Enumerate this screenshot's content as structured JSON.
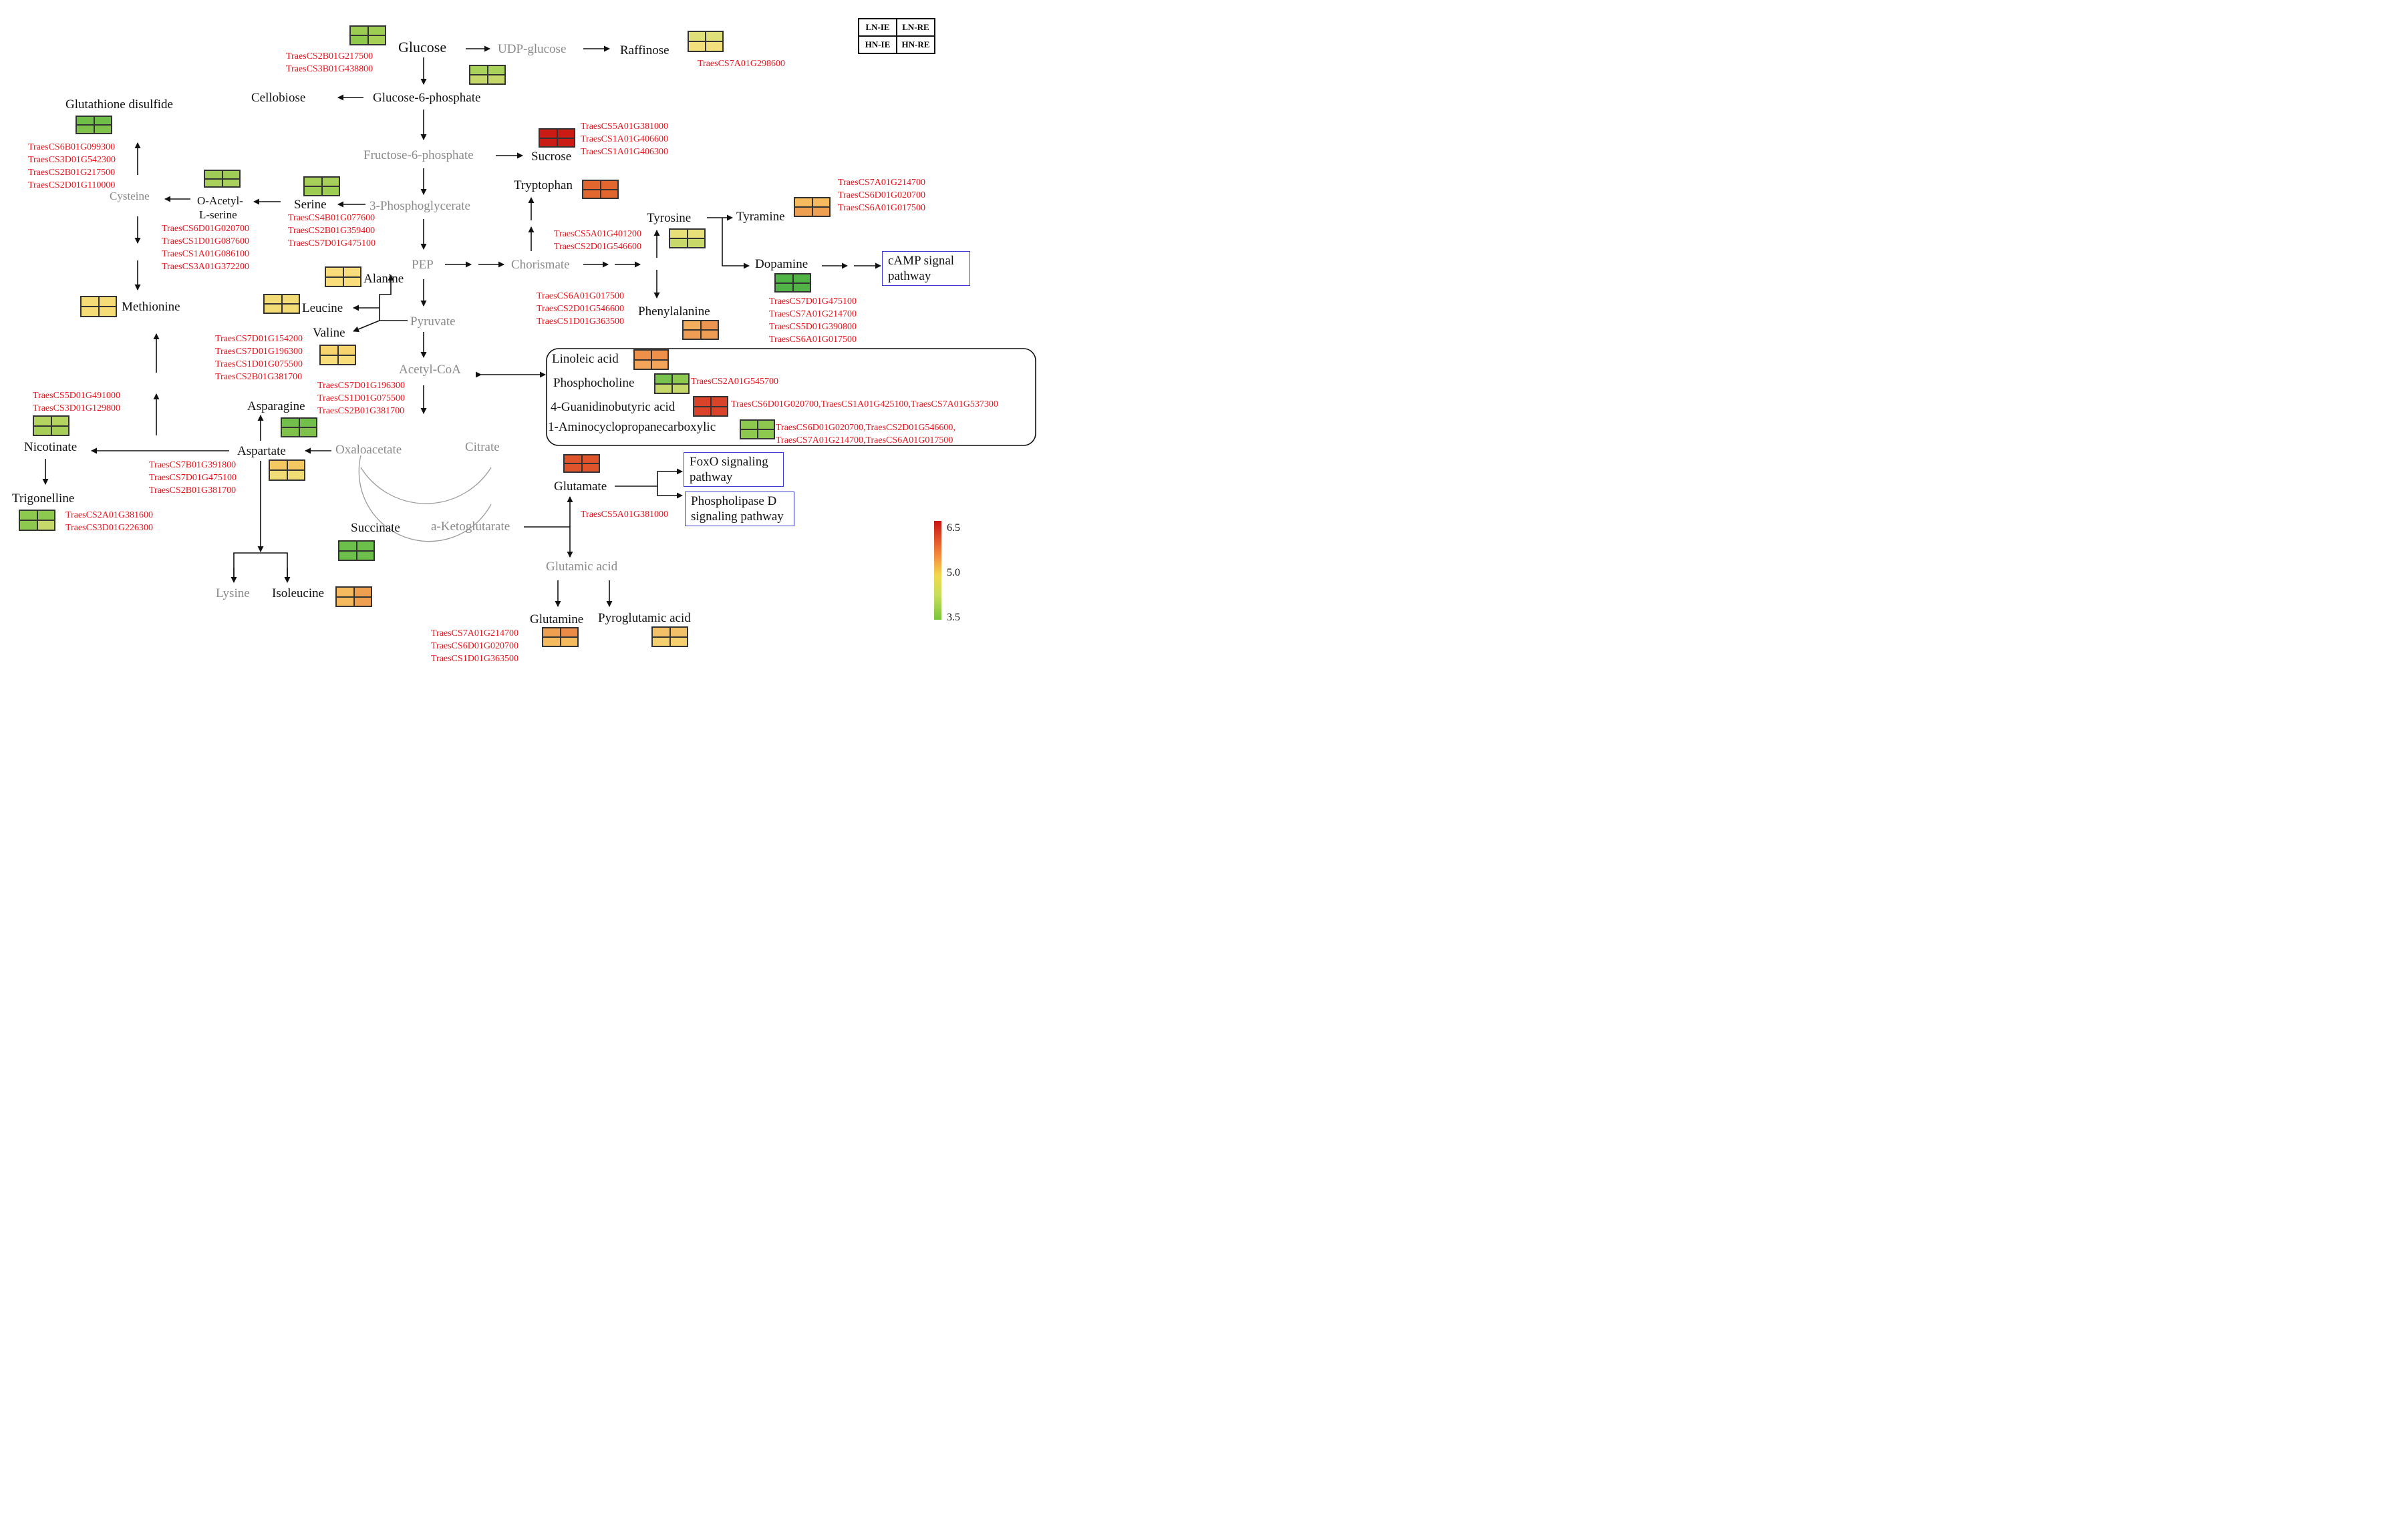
{
  "legend": {
    "cells": [
      "LN-IE",
      "LN-RE",
      "HN-IE",
      "HN-RE"
    ]
  },
  "colorbar": {
    "max": "6.5",
    "mid": "5.0",
    "min": "3.5"
  },
  "metabolites": {
    "glucose": "Glucose",
    "udp_glucose": "UDP-glucose",
    "raffinose": "Raffinose",
    "glucose6p": "Glucose-6-phosphate",
    "cellobiose": "Cellobiose",
    "glutathione": "Glutathione disulfide",
    "fructose6p": "Fructose-6-phosphate",
    "sucrose": "Sucrose",
    "tryptophan": "Tryptophan",
    "cysteine": "Cysteine",
    "oacetyl": "O-Acetyl-",
    "oacetyl2": "L-serine",
    "serine": "Serine",
    "pg3": "3-Phosphoglycerate",
    "tyrosine": "Tyrosine",
    "tyramine": "Tyramine",
    "pep": "PEP",
    "chorismate": "Chorismate",
    "dopamine": "Dopamine",
    "alanine": "Alanine",
    "methionine": "Methionine",
    "leucine": "Leucine",
    "pyruvate": "Pyruvate",
    "phenylalanine": "Phenylalanine",
    "valine": "Valine",
    "acetylcoa": "Acetyl-CoA",
    "linoleic": "Linoleic acid",
    "phosphocholine": "Phosphocholine",
    "guanidino": "4-Guanidinobutyric acid",
    "aminocyclo": "1-Aminocyclopropanecarboxylic",
    "asparagine": "Asparagine",
    "nicotinate": "Nicotinate",
    "aspartate": "Aspartate",
    "oxaloacetate": "Oxaloacetate",
    "citrate": "Citrate",
    "glutamate": "Glutamate",
    "trigonelline": "Trigonelline",
    "succinate": "Succinate",
    "aketo": "a-Ketoglutarate",
    "glutamic": "Glutamic acid",
    "lysine": "Lysine",
    "isoleucine": "Isoleucine",
    "glutamine": "Glutamine",
    "pyroglutamic": "Pyroglutamic acid"
  },
  "pathways": {
    "camp": [
      "cAMP signal",
      "pathway"
    ],
    "foxo": [
      "FoxO signaling",
      "pathway"
    ],
    "pld": [
      "Phospholipase D",
      "signaling pathway"
    ]
  },
  "genes": {
    "glucose": [
      "TraesCS2B01G217500",
      "TraesCS3B01G438800"
    ],
    "raffinose": [
      "TraesCS7A01G298600"
    ],
    "glutathione": [
      "TraesCS6B01G099300",
      "TraesCS3D01G542300",
      "TraesCS2B01G217500",
      "TraesCS2D01G110000"
    ],
    "sucrose": [
      "TraesCS5A01G381000",
      "TraesCS1A01G406600",
      "TraesCS1A01G406300"
    ],
    "tyramine": [
      "TraesCS7A01G214700",
      "TraesCS6D01G020700",
      "TraesCS6A01G017500"
    ],
    "serine": [
      "TraesCS4B01G077600",
      "TraesCS2B01G359400",
      "TraesCS7D01G475100"
    ],
    "oacetyl": [
      "TraesCS6D01G020700",
      "TraesCS1D01G087600",
      "TraesCS1A01G086100",
      "TraesCS3A01G372200"
    ],
    "tyrosine": [
      "TraesCS5A01G401200",
      "TraesCS2D01G546600"
    ],
    "phenylalanine": [
      "TraesCS6A01G017500",
      "TraesCS2D01G546600",
      "TraesCS1D01G363500"
    ],
    "dopamine": [
      "TraesCS7D01G475100",
      "TraesCS7A01G214700",
      "TraesCS5D01G390800",
      "TraesCS6A01G017500"
    ],
    "valine": [
      "TraesCS7D01G154200",
      "TraesCS7D01G196300",
      "TraesCS1D01G075500",
      "TraesCS2B01G381700"
    ],
    "acetylcoa": [
      "TraesCS7D01G196300",
      "TraesCS1D01G075500",
      "TraesCS2B01G381700"
    ],
    "phosphocholine": [
      "TraesCS2A01G545700"
    ],
    "guanidino": [
      "TraesCS6D01G020700,TraesCS1A01G425100,TraesCS7A01G537300"
    ],
    "aminocyclo": [
      "TraesCS6D01G020700,TraesCS2D01G546600,",
      "TraesCS7A01G214700,TraesCS6A01G017500"
    ],
    "nicotinate": [
      "TraesCS5D01G491000",
      "TraesCS3D01G129800"
    ],
    "aspartate": [
      "TraesCS7B01G391800",
      "TraesCS7D01G475100",
      "TraesCS2B01G381700"
    ],
    "trigonelline": [
      "TraesCS2A01G381600",
      "TraesCS3D01G226300"
    ],
    "glutamate": [
      "TraesCS5A01G381000"
    ],
    "glutamine": [
      "TraesCS7A01G214700",
      "TraesCS6D01G020700",
      "TraesCS1D01G363500"
    ]
  },
  "heat_colors": {
    "glucose": [
      "#9ccc52",
      "#9ccc52",
      "#8ec94b",
      "#a6cf55"
    ],
    "raffinose": [
      "#dfe079",
      "#dfe079",
      "#f1e07c",
      "#f1e07c"
    ],
    "glucose6p": [
      "#a9d25c",
      "#a9d25c",
      "#c6d86a",
      "#c6d86a"
    ],
    "glutathione": [
      "#6fbe48",
      "#6fbe48",
      "#7ec24b",
      "#7ec24b"
    ],
    "sucrose": [
      "#cb1b15",
      "#cb1b15",
      "#cb1b15",
      "#cb1b15"
    ],
    "tryptophan": [
      "#e4662f",
      "#e4662f",
      "#e4662f",
      "#e4662f"
    ],
    "oacetyl": [
      "#9fcc56",
      "#9fcc56",
      "#a9d05a",
      "#a9d05a"
    ],
    "serine": [
      "#a6d05a",
      "#a6d05a",
      "#9ccc52",
      "#9ccc52"
    ],
    "tyramine": [
      "#f5b95e",
      "#f5b95e",
      "#ef9f50",
      "#ef9f50"
    ],
    "tyrosine": [
      "#e8df78",
      "#e8df78",
      "#c8d86a",
      "#c8d86a"
    ],
    "dopamine": [
      "#4fb346",
      "#4fb346",
      "#4fb346",
      "#4fb346"
    ],
    "alanine": [
      "#f9dd7a",
      "#f9dd7a",
      "#f9dd7a",
      "#f9dd7a"
    ],
    "methionine": [
      "#f6dc77",
      "#f6dc77",
      "#f6dc77",
      "#f6dc77"
    ],
    "leucine": [
      "#f3db76",
      "#f3db76",
      "#f3db76",
      "#f3db76"
    ],
    "phenylalanine": [
      "#f3ae5c",
      "#ed9450",
      "#ef9c54",
      "#ef9c54"
    ],
    "valine": [
      "#f8d46f",
      "#f8d46f",
      "#f9dd7a",
      "#f9dd7a"
    ],
    "linoleic": [
      "#ee8f4a",
      "#ee8f4a",
      "#f4a55a",
      "#f4a55a"
    ],
    "phosphocholine": [
      "#78c24d",
      "#8ec94f",
      "#c6d86a",
      "#c6d86a"
    ],
    "guanidino": [
      "#d8432a",
      "#d8432a",
      "#d8432a",
      "#d8432a"
    ],
    "aminocyclo": [
      "#8ec94f",
      "#8ec94f",
      "#8ec94f",
      "#8ec94f"
    ],
    "asparagine": [
      "#72bf4b",
      "#72bf4b",
      "#7ec24b",
      "#7ec24b"
    ],
    "nicotinate": [
      "#b4d35f",
      "#b4d35f",
      "#a7cf58",
      "#a7cf58"
    ],
    "aspartate": [
      "#f4c861",
      "#f4c861",
      "#f0dc74",
      "#f0dc74"
    ],
    "glutamate": [
      "#e0542c",
      "#e0542c",
      "#e0542c",
      "#e0542c"
    ],
    "trigonelline": [
      "#8ec94f",
      "#8ec94f",
      "#8ec94f",
      "#c6d86a"
    ],
    "succinate": [
      "#6cbf4a",
      "#6cbf4a",
      "#6cbf4a",
      "#6cbf4a"
    ],
    "isoleucine": [
      "#f5b95e",
      "#ef9f50",
      "#f5b95e",
      "#ef9f50"
    ],
    "glutamine": [
      "#ef9f50",
      "#ec8b46",
      "#f5b95e",
      "#f5b95e"
    ],
    "pyroglutamic": [
      "#f3c06a",
      "#f3c06a",
      "#f6d06e",
      "#f6d06e"
    ]
  }
}
